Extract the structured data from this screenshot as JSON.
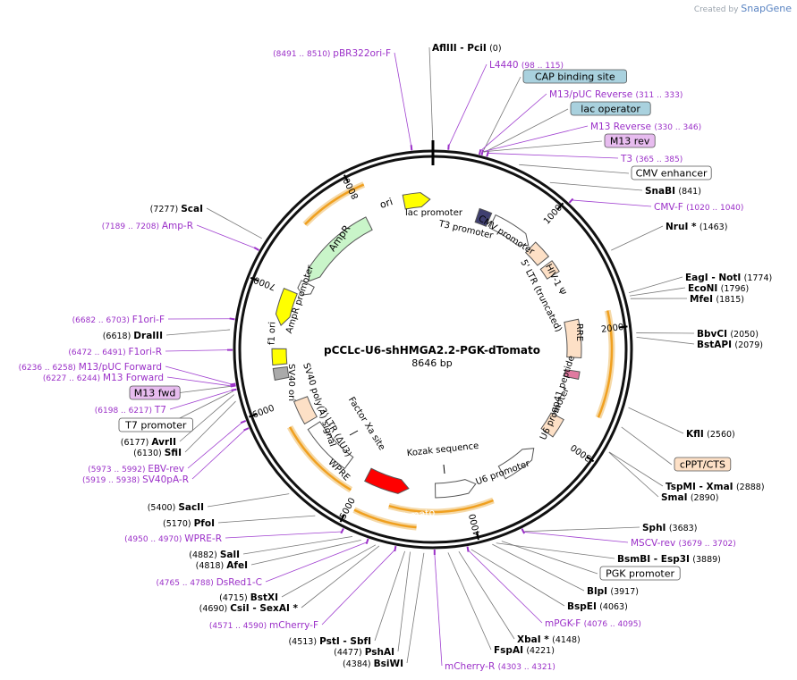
{
  "watermark": {
    "prefix": "Created by",
    "brand": "SnapGene"
  },
  "plasmid": {
    "name": "pCCLc-U6-shHMGA2.2-PGK-dTomato",
    "size": "8646 bp"
  },
  "colors": {
    "enzyme": "#000000",
    "primer": "#9b30c8",
    "backbone": "#111111",
    "ori": "#ffff00",
    "ampr": "#c9f5c9",
    "dtomato": "#ff0000",
    "promoter": "#ffffff",
    "ltr": "#fde0c6",
    "orange_band": "#f0a020",
    "cap_site": "#a9d1de",
    "primer_box": "#e7bcef"
  },
  "ticks": [
    "1000",
    "2000",
    "3000",
    "4000",
    "5000",
    "6000",
    "7000",
    "8000"
  ],
  "features": [
    {
      "id": "ori",
      "label": "ori"
    },
    {
      "id": "ampr",
      "label": "AmpR"
    },
    {
      "id": "ampr-prom",
      "label": "AmpR promoter"
    },
    {
      "id": "f1ori",
      "label": "f1 ori"
    },
    {
      "id": "sv40ori",
      "label": "SV40 ori"
    },
    {
      "id": "sv40pa",
      "label": "SV40 poly(A) signal"
    },
    {
      "id": "ltr3",
      "label": "3' LTR (ΔU3)"
    },
    {
      "id": "wpre",
      "label": "WPRE"
    },
    {
      "id": "dtomato",
      "label": "dTomato"
    },
    {
      "id": "u6a",
      "label": "U6 promoter"
    },
    {
      "id": "u6b",
      "label": "U6 promoter"
    },
    {
      "id": "gp41",
      "label": "gp41 peptide"
    },
    {
      "id": "rre",
      "label": "RRE"
    },
    {
      "id": "hiv",
      "label": "HIV-1 Ψ"
    },
    {
      "id": "ltr5",
      "label": "5' LTR (truncated)"
    },
    {
      "id": "cmv",
      "label": "CMV promoter"
    },
    {
      "id": "lacprom",
      "label": "lac promoter"
    },
    {
      "id": "t3prom",
      "label": "T3 promoter"
    },
    {
      "id": "factorxa",
      "label": "Factor Xa site"
    },
    {
      "id": "kozak",
      "label": "Kozak sequence"
    }
  ],
  "labels": [
    {
      "name": "AflIII",
      "extra": "PciI",
      "pos": "(0)",
      "type": "enzyme"
    },
    {
      "name": "L4440",
      "pos": "(98 .. 115)",
      "type": "primer"
    },
    {
      "name": "CAP binding site",
      "type": "cap"
    },
    {
      "name": "M13/pUC Reverse",
      "pos": "(311 .. 333)",
      "type": "primer"
    },
    {
      "name": "lac operator",
      "type": "cap"
    },
    {
      "name": "M13 Reverse",
      "pos": "(330 .. 346)",
      "type": "primer"
    },
    {
      "name": "M13 rev",
      "type": "primerbox"
    },
    {
      "name": "T3",
      "pos": "(365 .. 385)",
      "type": "primer"
    },
    {
      "name": "CMV enhancer",
      "type": "feature"
    },
    {
      "name": "SnaBI",
      "pos": "(841)",
      "type": "enzyme"
    },
    {
      "name": "CMV-F",
      "pos": "(1020 .. 1040)",
      "type": "primer"
    },
    {
      "name": "NruI *",
      "pos": "(1463)",
      "type": "enzyme"
    },
    {
      "name": "EagI",
      "extra": "NotI",
      "pos": "(1774)",
      "type": "enzyme"
    },
    {
      "name": "EcoNI",
      "pos": "(1796)",
      "type": "enzyme"
    },
    {
      "name": "MfeI",
      "pos": "(1815)",
      "type": "enzyme"
    },
    {
      "name": "BbvCI",
      "pos": "(2050)",
      "type": "enzyme"
    },
    {
      "name": "BstAPI",
      "pos": "(2079)",
      "type": "enzyme"
    },
    {
      "name": "KflI",
      "pos": "(2560)",
      "type": "enzyme"
    },
    {
      "name": "cPPT/CTS",
      "type": "orangebox"
    },
    {
      "name": "TspMI",
      "extra": "XmaI",
      "pos": "(2888)",
      "type": "enzyme"
    },
    {
      "name": "SmaI",
      "pos": "(2890)",
      "type": "enzyme"
    },
    {
      "name": "SphI",
      "pos": "(3683)",
      "type": "enzyme"
    },
    {
      "name": "MSCV-rev",
      "pos": "(3679 .. 3702)",
      "type": "primer"
    },
    {
      "name": "BsmBI",
      "extra": "Esp3I",
      "pos": "(3889)",
      "type": "enzyme"
    },
    {
      "name": "PGK promoter",
      "type": "feature"
    },
    {
      "name": "BlpI",
      "pos": "(3917)",
      "type": "enzyme"
    },
    {
      "name": "BspEI",
      "pos": "(4063)",
      "type": "enzyme"
    },
    {
      "name": "mPGK-F",
      "pos": "(4076 .. 4095)",
      "type": "primer"
    },
    {
      "name": "XbaI *",
      "pos": "(4148)",
      "type": "enzyme"
    },
    {
      "name": "FspAI",
      "pos": "(4221)",
      "type": "enzyme"
    },
    {
      "name": "mCherry-R",
      "pos": "(4303 .. 4321)",
      "type": "primer"
    },
    {
      "name": "BsiWI",
      "pos": "(4384)",
      "type": "enzyme"
    },
    {
      "name": "PshAI",
      "pos": "(4477)",
      "type": "enzyme"
    },
    {
      "name": "PstI",
      "extra": "SbfI",
      "pos": "(4513)",
      "type": "enzyme"
    },
    {
      "name": "mCherry-F",
      "pos": "(4571 .. 4590)",
      "type": "primer"
    },
    {
      "name": "CsiI",
      "extra": "SexAI *",
      "pos": "(4690)",
      "type": "enzyme"
    },
    {
      "name": "BstXI",
      "pos": "(4715)",
      "type": "enzyme"
    },
    {
      "name": "DsRed1-C",
      "pos": "(4765 .. 4788)",
      "type": "primer"
    },
    {
      "name": "AfeI",
      "pos": "(4818)",
      "type": "enzyme"
    },
    {
      "name": "SalI",
      "pos": "(4882)",
      "type": "enzyme"
    },
    {
      "name": "WPRE-R",
      "pos": "(4950 .. 4970)",
      "type": "primer"
    },
    {
      "name": "PfoI",
      "pos": "(5170)",
      "type": "enzyme"
    },
    {
      "name": "SacII",
      "pos": "(5400)",
      "type": "enzyme"
    },
    {
      "name": "SV40pA-R",
      "pos": "(5919 .. 5938)",
      "type": "primer"
    },
    {
      "name": "EBV-rev",
      "pos": "(5973 .. 5992)",
      "type": "primer"
    },
    {
      "name": "SfiI",
      "pos": "(6130)",
      "type": "enzyme"
    },
    {
      "name": "AvrII",
      "pos": "(6177)",
      "type": "enzyme"
    },
    {
      "name": "T7 promoter",
      "type": "feature"
    },
    {
      "name": "T7",
      "pos": "(6198 .. 6217)",
      "type": "primer"
    },
    {
      "name": "M13 fwd",
      "type": "primerbox"
    },
    {
      "name": "M13 Forward",
      "pos": "(6227 .. 6244)",
      "type": "primer"
    },
    {
      "name": "M13/pUC Forward",
      "pos": "(6236 .. 6258)",
      "type": "primer"
    },
    {
      "name": "F1ori-R",
      "pos": "(6472 .. 6491)",
      "type": "primer"
    },
    {
      "name": "DraIII",
      "pos": "(6618)",
      "type": "enzyme"
    },
    {
      "name": "F1ori-F",
      "pos": "(6682 .. 6703)",
      "type": "primer"
    },
    {
      "name": "Amp-R",
      "pos": "(7189 .. 7208)",
      "type": "primer"
    },
    {
      "name": "ScaI",
      "pos": "(7277)",
      "type": "enzyme"
    },
    {
      "name": "pBR322ori-F",
      "pos": "(8491 .. 8510)",
      "type": "primer"
    }
  ]
}
